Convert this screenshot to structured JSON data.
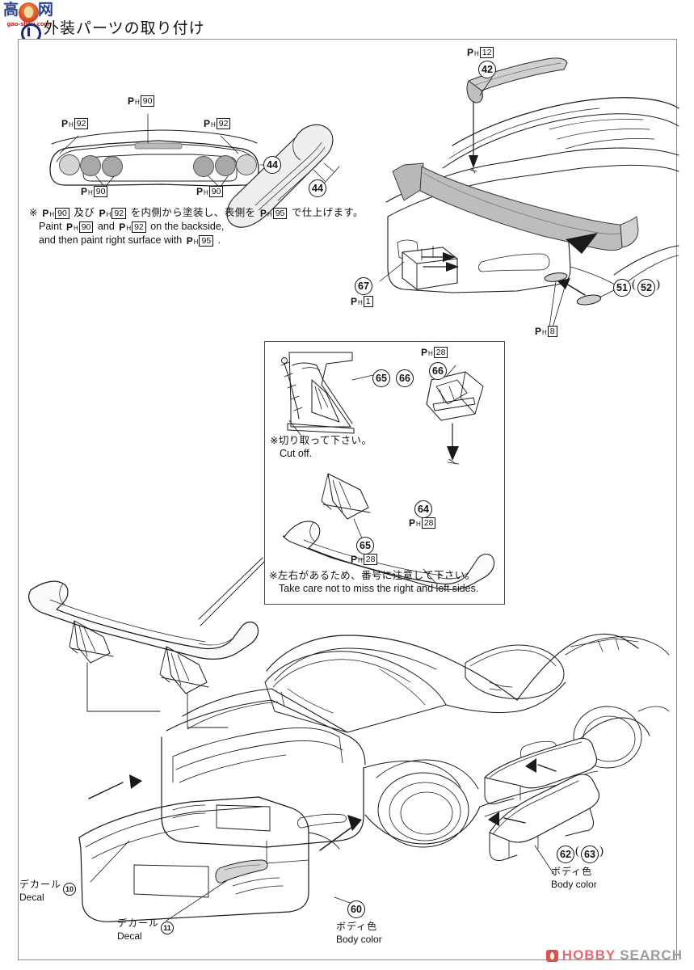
{
  "header": {
    "logo_chars": [
      "高",
      "网"
    ],
    "logo_url": "gao-shou.com",
    "title": "外装パーツの取り付け"
  },
  "taillight_panel": {
    "part_number": "44",
    "paint_top": {
      "mark": "P",
      "sub": "H",
      "num": "90"
    },
    "paint_left_upper": {
      "mark": "P",
      "sub": "H",
      "num": "92"
    },
    "paint_right_upper": {
      "mark": "P",
      "sub": "H",
      "num": "92"
    },
    "paint_left_lower": {
      "mark": "P",
      "sub": "H",
      "num": "90"
    },
    "paint_right_lower": {
      "mark": "P",
      "sub": "H",
      "num": "90"
    }
  },
  "paint_note": {
    "jp_prefix": "※",
    "jp_a": "及び",
    "jp_b": "を内側から塗装し、表側を",
    "jp_c": "で仕上げます。",
    "en_line1_a": "Paint",
    "en_line1_b": "and",
    "en_line1_c": "on the backside,",
    "en_line2_a": "and then paint right surface with",
    "en_line2_b": ".",
    "ph90": {
      "mark": "P",
      "sub": "H",
      "num": "90"
    },
    "ph92": {
      "mark": "P",
      "sub": "H",
      "num": "92"
    },
    "ph95": {
      "mark": "P",
      "sub": "H",
      "num": "95"
    }
  },
  "rear_assembly": {
    "part_42": "42",
    "ph12": {
      "mark": "P",
      "sub": "H",
      "num": "12"
    },
    "part_44": "44",
    "part_67": "67",
    "ph1": {
      "mark": "P",
      "sub": "H",
      "num": "1"
    },
    "part_51": "51",
    "part_52": "52",
    "ph8": {
      "mark": "P",
      "sub": "H",
      "num": "8"
    }
  },
  "inset": {
    "part_65_top": "65",
    "part_66_top": "66",
    "part_66_right": "66",
    "ph28_top": {
      "mark": "P",
      "sub": "H",
      "num": "28"
    },
    "part_64": "64",
    "ph28_mid": {
      "mark": "P",
      "sub": "H",
      "num": "28"
    },
    "part_65_bottom": "65",
    "ph28_bottom": {
      "mark": "P",
      "sub": "H",
      "num": "28"
    },
    "cutoff_jp": "※切り取って下さい。",
    "cutoff_en": "Cut off.",
    "warn_jp": "※左右があるため、番号に注意して下さい。",
    "warn_en": "Take care not to miss the right and left sides."
  },
  "body_section": {
    "decal_1": {
      "bubble": "10",
      "jp": "デカール",
      "en": "Decal"
    },
    "decal_2": {
      "bubble": "11",
      "jp": "デカール",
      "en": "Decal"
    },
    "part_60": {
      "bubble": "60",
      "jp": "ボディ色",
      "en": "Body color"
    },
    "part_62_63": {
      "bubble_a": "62",
      "bubble_b": "63",
      "jp": "ボディ色",
      "en": "Body color"
    }
  },
  "footer": {
    "brand_primary": "HOBBY",
    "brand_secondary": "SEARCH"
  },
  "colors": {
    "line": "#1a1a1a",
    "frame": "#8d8d8d",
    "accent_red": "#c1272d",
    "logo_blue": "#2b3f8f",
    "hobby_pink": "#e06a74",
    "search_gray": "#9b9b9b"
  }
}
